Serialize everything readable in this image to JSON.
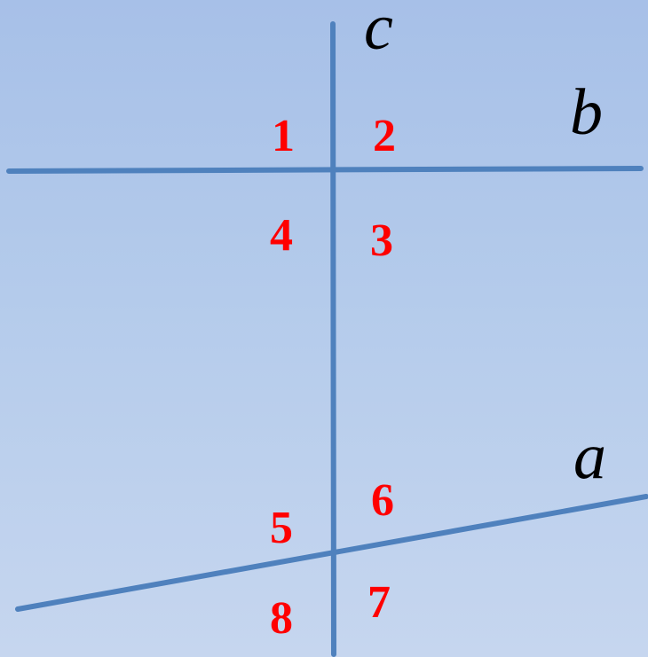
{
  "diagram": {
    "line_labels": {
      "c": "c",
      "b": "b",
      "a": "a"
    },
    "angles": [
      "1",
      "2",
      "3",
      "4",
      "5",
      "6",
      "7",
      "8"
    ],
    "colors": {
      "line": "#4f81bd",
      "angle_number": "#ff0000",
      "label": "#000000"
    }
  }
}
